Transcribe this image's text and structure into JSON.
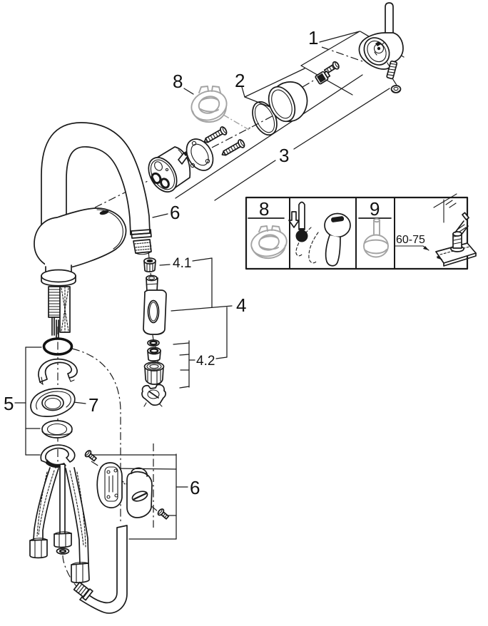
{
  "figure": {
    "subject": "Exploded parts diagram - single-lever kitchen mixer tap with pull-out spray",
    "background_color": "#ffffff",
    "line_color": "#1a1a1a",
    "tool_grey_color": "#a3a3a3"
  },
  "callouts": {
    "handle": "1",
    "escutcheon_cap": "2",
    "cartridge_kit": "3",
    "spray_head": "4",
    "spray_head_upper": "4.1",
    "spray_head_lower": "4.2",
    "mounting_set": "5",
    "spout_hose": "6",
    "hose_bracket": "6",
    "stabilizer_cone": "7",
    "cap_tool": "8"
  },
  "inset": {
    "cap_tool_label": "8",
    "mounting_tool_label": "9",
    "mounting_dimension": "60-75"
  }
}
